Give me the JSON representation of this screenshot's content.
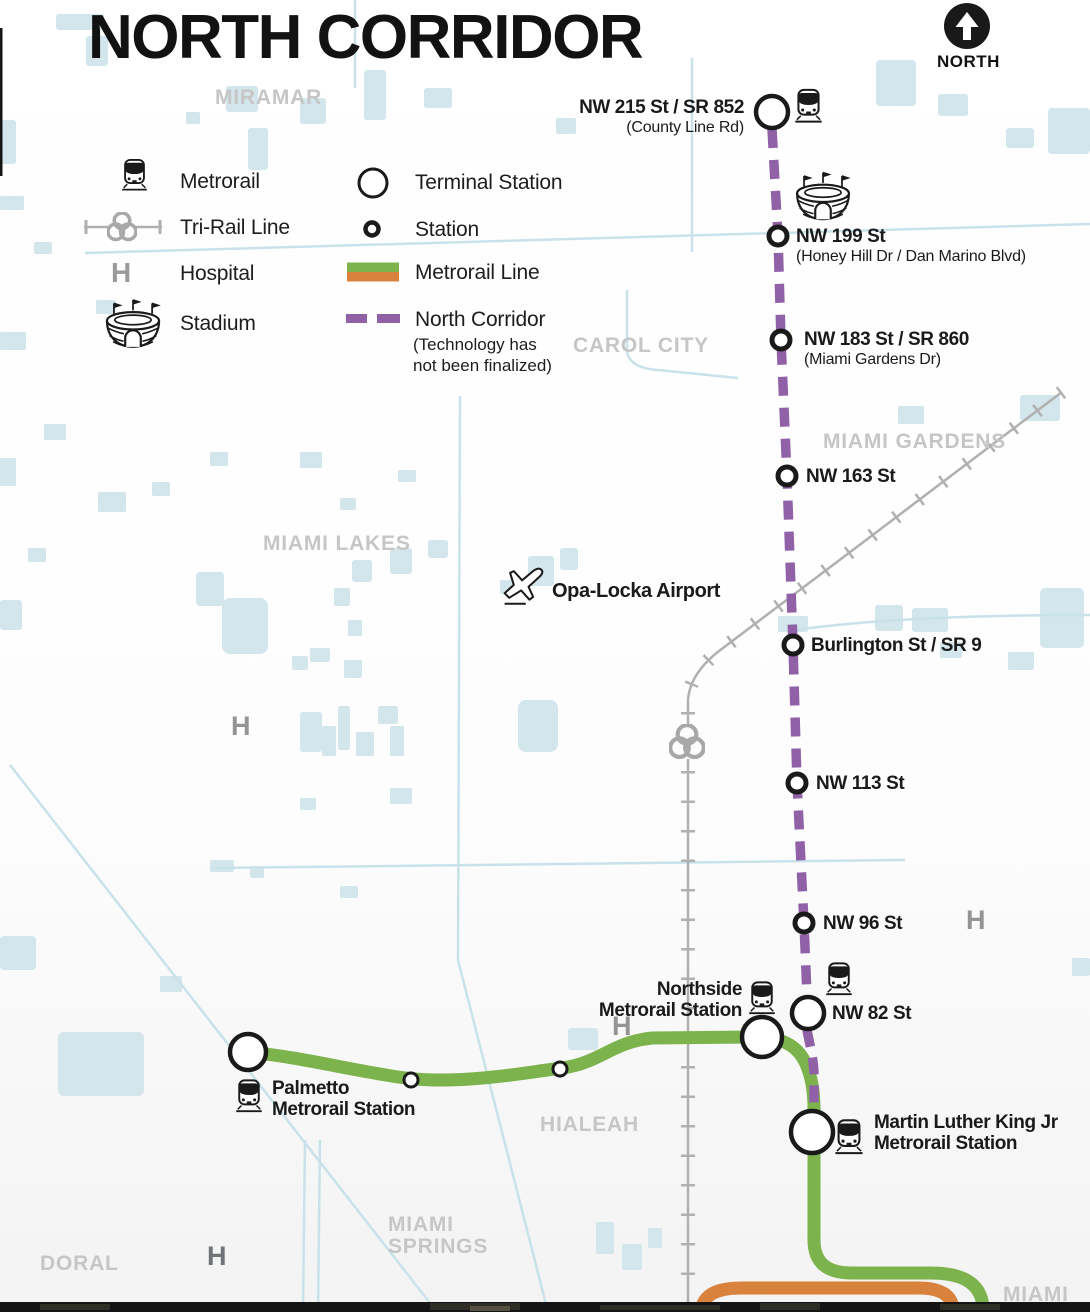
{
  "title": "NORTH CORRIDOR",
  "compass": {
    "label": "NORTH"
  },
  "legend": {
    "metrorail": "Metrorail",
    "trirail": "Tri-Rail Line",
    "hospital": "Hospital",
    "stadium": "Stadium",
    "terminal_station": "Terminal Station",
    "station": "Station",
    "metrorail_line": "Metrorail Line",
    "north_corridor": "North Corridor",
    "north_corridor_note1": "(Technology has",
    "north_corridor_note2": "not been finalized)"
  },
  "stations": {
    "nw215": {
      "name": "NW 215 St / SR 852",
      "sub": "(County Line Rd)"
    },
    "nw199": {
      "name": "NW 199 St",
      "sub": "(Honey Hill Dr / Dan Marino Blvd)"
    },
    "nw183": {
      "name": "NW 183 St / SR 860",
      "sub": "(Miami Gardens Dr)"
    },
    "nw163": {
      "name": "NW 163 St"
    },
    "burlington": {
      "name": "Burlington St / SR 9"
    },
    "nw113": {
      "name": "NW 113 St"
    },
    "nw96": {
      "name": "NW 96 St"
    },
    "nw82": {
      "name": "NW 82 St"
    },
    "northside": {
      "line1": "Northside",
      "line2": "Metrorail Station"
    },
    "palmetto": {
      "line1": "Palmetto",
      "line2": "Metrorail Station"
    },
    "mlk": {
      "line1": "Martin Luther King Jr",
      "line2": "Metrorail Station"
    }
  },
  "poi": {
    "airport": "Opa-Locka Airport",
    "hospital_symbol": "H"
  },
  "areas": {
    "miramar": "MIRAMAR",
    "carol_city": "CAROL CITY",
    "miami_gardens": "MIAMI GARDENS",
    "miami_lakes": "MIAMI LAKES",
    "hialeah": "HIALEAH",
    "miami_springs": "MIAMI SPRINGS",
    "doral": "DORAL",
    "miami": "MIAMI"
  },
  "colors": {
    "corridor_purple": "#9161a8",
    "metrorail_green": "#7cb34c",
    "metrorail_orange": "#d8823d",
    "trirail_gray": "#b0b0b0",
    "water_blue": "#d2e6ec",
    "area_gray": "#c6c6c6"
  }
}
